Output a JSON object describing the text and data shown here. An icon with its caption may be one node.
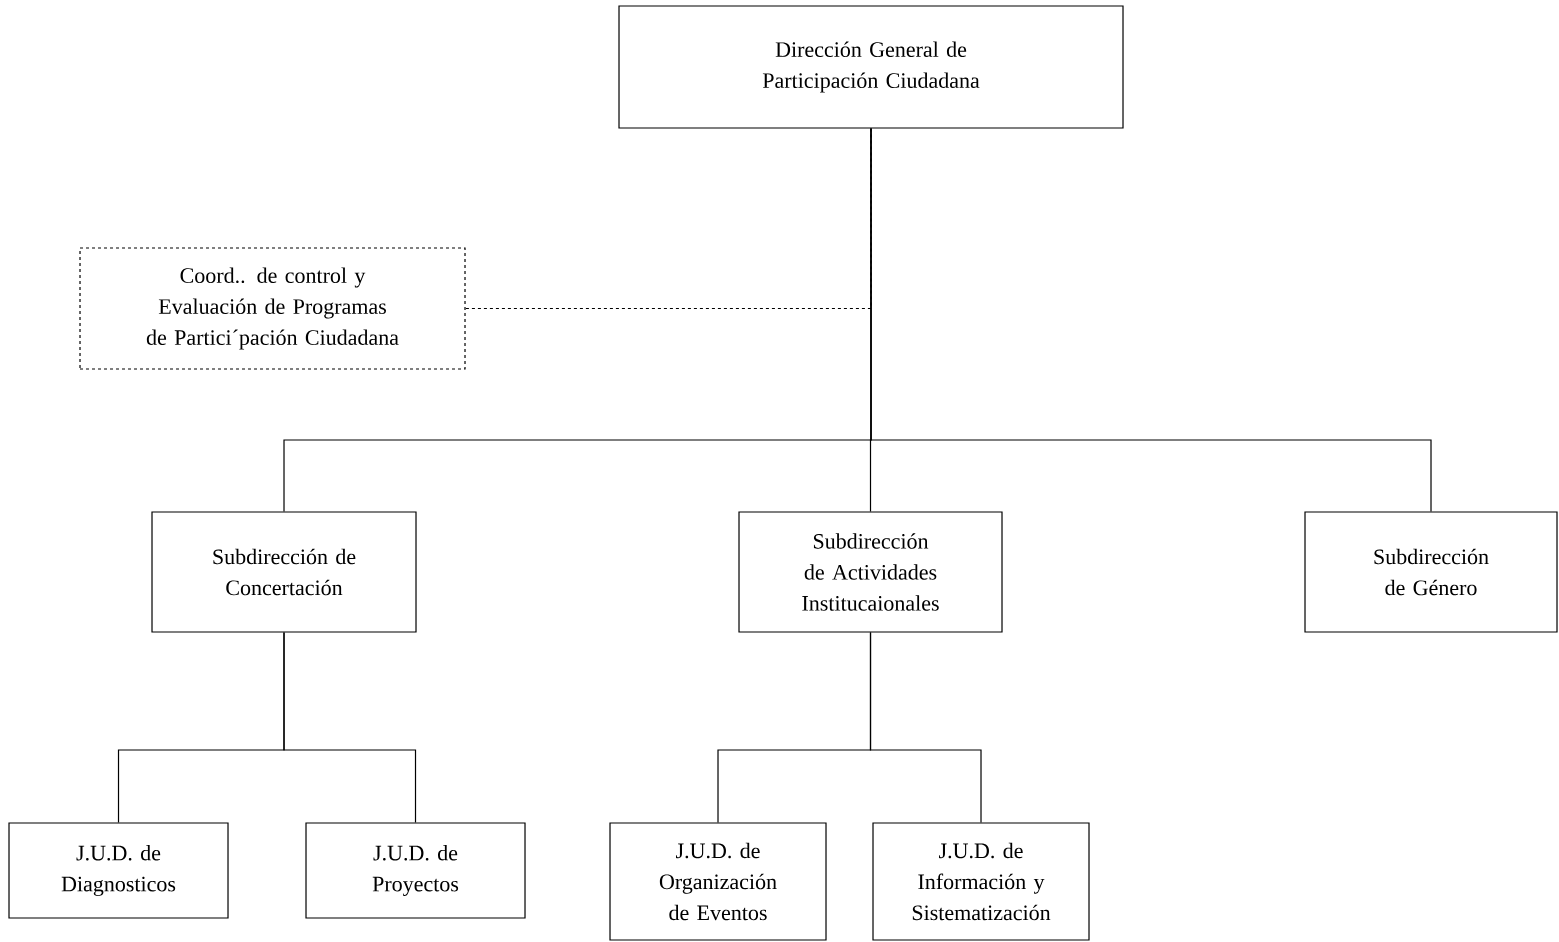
{
  "diagram": {
    "nodes": [
      {
        "text": [
          "Dirección General de Participación Ciudadana"
        ]
      },
      {
        "text": [
          "Coord.. de control y Evaluación de Programas de Partici´pación Ciudadana"
        ]
      },
      {
        "text": [
          "Subdirección de Concertación"
        ]
      },
      {
        "text": [
          "Subdirección de Actividades Institucaionales"
        ]
      },
      {
        "text": [
          "Subdirección de Género"
        ]
      },
      {
        "text": [
          "J.U.D. de Diagnosticos"
        ]
      },
      {
        "text": [
          "J.U.D. de Proyectos"
        ]
      },
      {
        "text": [
          "J.U.D. de Organización de Eventos"
        ]
      },
      {
        "text": [
          "J.U.D. de Información y Sistematización"
        ]
      }
    ],
    "edges": [
      {
        "from": 0,
        "to": 1,
        "arrow": "none",
        "style": "dashed"
      },
      {
        "from": 0,
        "to": 2,
        "arrow": "none"
      },
      {
        "from": 0,
        "to": 3,
        "arrow": "none"
      },
      {
        "from": 0,
        "to": 4,
        "arrow": "none"
      },
      {
        "from": 2,
        "to": 5,
        "arrow": "none"
      },
      {
        "from": 2,
        "to": 6,
        "arrow": "none"
      },
      {
        "from": 3,
        "to": 7,
        "arrow": "none"
      },
      {
        "from": 3,
        "to": 8,
        "arrow": "none"
      }
    ]
  }
}
